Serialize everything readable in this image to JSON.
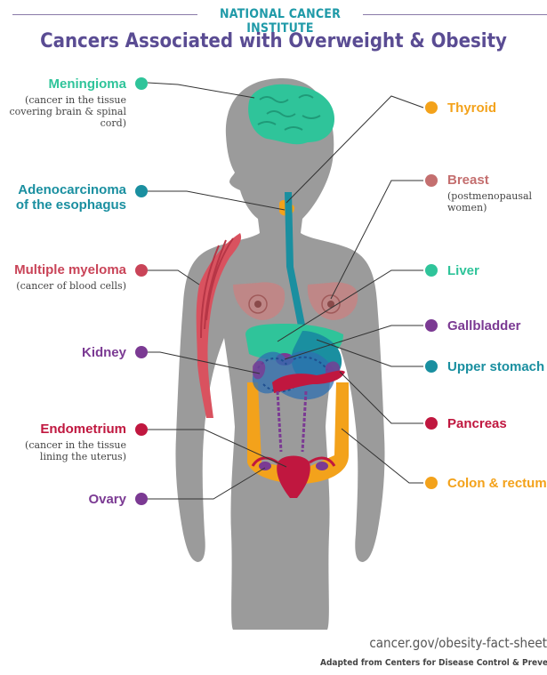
{
  "header": {
    "organization": "NATIONAL CANCER INSTITUTE",
    "title": "Cancers Associated with Overweight & Obesity"
  },
  "left_labels": [
    {
      "name": "Meningioma",
      "subtitle": "(cancer in the tissue covering brain & spinal cord)",
      "color": "#2fc49a"
    },
    {
      "name": "Adenocarcinoma of the esophagus",
      "subtitle": "",
      "color": "#1a8fa0"
    },
    {
      "name": "Multiple myeloma",
      "subtitle": "(cancer of blood cells)",
      "color": "#c94458"
    },
    {
      "name": "Kidney",
      "subtitle": "",
      "color": "#7b3a93"
    },
    {
      "name": "Endometrium",
      "subtitle": "(cancer in the tissue lining the uterus)",
      "color": "#c0173f"
    },
    {
      "name": "Ovary",
      "subtitle": "",
      "color": "#7b3a93"
    }
  ],
  "right_labels": [
    {
      "name": "Thyroid",
      "subtitle": "",
      "color": "#f3a21b"
    },
    {
      "name": "Breast",
      "subtitle": "(postmenopausal women)",
      "color": "#c46f6f"
    },
    {
      "name": "Liver",
      "subtitle": "",
      "color": "#2fc49a"
    },
    {
      "name": "Gallbladder",
      "subtitle": "",
      "color": "#7b3a93"
    },
    {
      "name": "Upper stomach",
      "subtitle": "",
      "color": "#1a8fa0"
    },
    {
      "name": "Pancreas",
      "subtitle": "",
      "color": "#c0173f"
    },
    {
      "name": "Colon & rectum",
      "subtitle": "",
      "color": "#f3a21b"
    }
  ],
  "footer": {
    "url": "cancer.gov/obesity-fact-sheet",
    "source": "Adapted from Centers for Disease Control & Prevention"
  },
  "colors": {
    "body": "#9b9b9b",
    "org": "#1f9aa8",
    "title": "#5a4c93"
  }
}
